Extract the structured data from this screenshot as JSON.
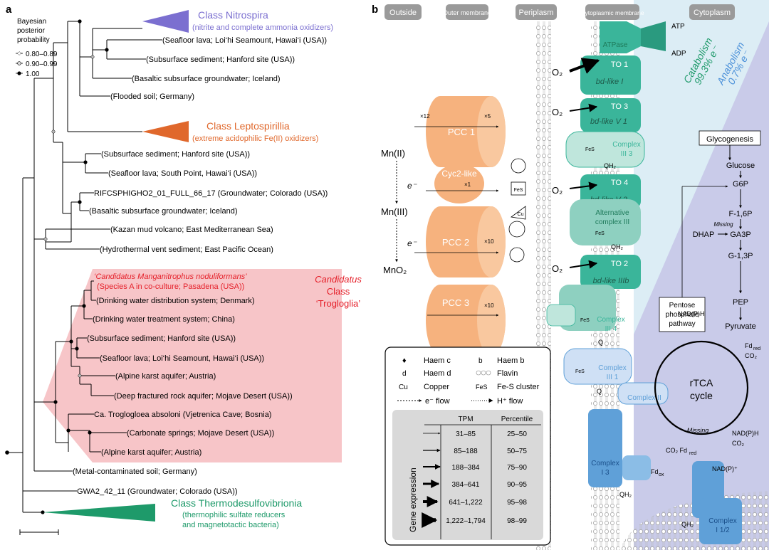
{
  "panel_a": {
    "label": "a",
    "legend": {
      "title": [
        "Bayesian",
        "posterior",
        "probability"
      ],
      "items": [
        "0.80–0.89",
        "0.90–0.99",
        "1.00"
      ]
    },
    "clades": {
      "nitrospira": {
        "name": "Class Nitrospira",
        "desc": "(nitrite and complete ammonia oxidizers)"
      },
      "leptospirillia": {
        "name": "Class Leptospirillia",
        "desc": "(extreme acidophilic Fe(II) oxidizers)"
      },
      "thermo": {
        "name": "Class Thermodesulfovibrionia",
        "desc": [
          "(thermophilic sulfate reducers",
          "and magnetotactic bacteria)"
        ]
      }
    },
    "troglo_label": [
      "Candidatus",
      "Class",
      "‘Trogloglia’"
    ],
    "leaves": [
      "(Seafloor lava; Loi‘hi Seamount, Hawai‘i (USA))",
      "(Subsurface sediment; Hanford site (USA))",
      "(Basaltic subsurface groundwater; Iceland)",
      "(Flooded soil; Germany)",
      "(Subsurface sediment; Hanford site (USA))",
      "(Seafloor lava; South Point, Hawai‘i (USA))",
      "RIFCSPHIGHO2_01_FULL_66_17 (Groundwater; Colorado (USA))",
      "(Basaltic subsurface groundwater; Iceland)",
      "(Kazan mud volcano; East Mediterranean Sea)",
      "(Hydrothermal vent sediment; East Pacific Ocean)",
      "(Drinking water distribution system; Denmark)",
      "(Drinking water treatment system; China)",
      "(Subsurface sediment; Hanford site (USA))",
      "(Seafloor lava; Loi‘hi Seamount, Hawai‘i (USA))",
      "(Alpine karst aquifer; Austria)",
      "(Deep fractured rock aquifer; Mojave Desert (USA))",
      "Ca. Trogloglоea absoloni (Vjetrenica Cave; Bosnia)",
      "(Carbonate springs; Mojave Desert (USA))",
      "(Alpine karst aquifer; Austria)",
      "(Metal-contaminated soil; Germany)",
      "GWA2_42_11 (Groundwater; Colorado (USA))"
    ],
    "candidatus_leaf": [
      "‘Candidatus Manganitrophus noduliformans’",
      "(Species A in co-culture; Pasadena (USA))"
    ]
  },
  "panel_b": {
    "label": "b",
    "headers": [
      "Outside",
      "Outer membrane",
      "Periplasm",
      "Cytoplasmic membrane",
      "Cytoplasm"
    ],
    "catabolism": [
      "Catabolism",
      "99.3% e⁻"
    ],
    "anabolism": [
      "Anabolism",
      "0.7% e⁻"
    ],
    "mn_states": [
      "Mn(II)",
      "Mn(III)",
      "MnO₂"
    ],
    "electron": "e⁻",
    "pcc": [
      {
        "name": "PCC 1",
        "left_count": "×12",
        "right_count": "×5"
      },
      {
        "name": "Cyc2-like",
        "count": "×1"
      },
      {
        "name": "PCC 2",
        "count": "×10"
      },
      {
        "name": "PCC 3",
        "count": "×10"
      }
    ],
    "periplasm_items": [
      "FeS",
      "Cu"
    ],
    "complexes": {
      "atpase": "ATPase",
      "atp": "ATP",
      "adp": "ADP",
      "to1": [
        "TO 1",
        "bd-like I"
      ],
      "to3": [
        "TO 3",
        "bd-like V 1"
      ],
      "to4": [
        "TO 4",
        "bd-like V 2"
      ],
      "to2": [
        "TO 2",
        "bd-like IIIb"
      ],
      "o2": "O₂",
      "c3_3": [
        "Complex",
        "III 3"
      ],
      "alt3": [
        "Alternative",
        "complex III"
      ],
      "c3_4": [
        "Complex",
        "III 4"
      ],
      "c3_1": [
        "Complex",
        "III 1"
      ],
      "c2": "Complex II",
      "ci3": [
        "Complex",
        "I 3"
      ],
      "ci12": [
        "Complex",
        "I 1/2"
      ],
      "qh2": "QH₂",
      "q": "Q",
      "fes": "FeS",
      "b": "b",
      "d": "d"
    },
    "pathway": {
      "glycogenesis": "Glycogenesis",
      "glucose": "Glucose",
      "g6p": "G6P",
      "f16p": "F-1,6P",
      "missing1": "Missing",
      "dhap": "DHAP",
      "ga3p": "GA3P",
      "g13p": "G-1,3P",
      "pentose": [
        "Pentose",
        "phosphate",
        "pathway"
      ],
      "pep": "PEP",
      "pyruvate": "Pyruvate",
      "fdred": "Fd",
      "red": "red",
      "co2": "CO₂",
      "nadph": "NAD(P)H",
      "nadp": "NAD(P)⁺",
      "rtca": [
        "rTCA",
        "cycle"
      ],
      "missing2": "Missing",
      "co2_fdred": "CO₂ Fd",
      "fdox": "Fd",
      "ox": "ox"
    },
    "legend": {
      "haem_c": "Haem c",
      "haem_b": "Haem b",
      "haem_d": "Haem d",
      "flavin": "Flavin",
      "copper": "Copper",
      "fes_cluster": "Fe-S cluster",
      "e_flow": "e⁻ flow",
      "h_flow": "H⁺ flow",
      "sym_b": "b",
      "sym_d": "d",
      "sym_cu": "Cu",
      "sym_fes": "FeS",
      "gene_expression": "Gene expression",
      "table_headers": [
        "TPM",
        "Percentile"
      ],
      "rows": [
        [
          "31–85",
          "25–50"
        ],
        [
          "85–188",
          "50–75"
        ],
        [
          "188–384",
          "75–90"
        ],
        [
          "384–641",
          "90–95"
        ],
        [
          "641–1,222",
          "95–98"
        ],
        [
          "1,222–1,794",
          "98–99"
        ]
      ]
    }
  },
  "colors": {
    "nitrospira": "#7b6fd0",
    "leptospirillia": "#e0682c",
    "thermo": "#1e9a6a",
    "troglo_bg": "#f7c5c8",
    "troglo_text": "#e5202a",
    "pcc": "#f6b27e",
    "teal": "#3ab59a",
    "blue": "#5fa0d8",
    "cytoplasm": "#c9cbe9",
    "header": "#9a9a9a"
  }
}
